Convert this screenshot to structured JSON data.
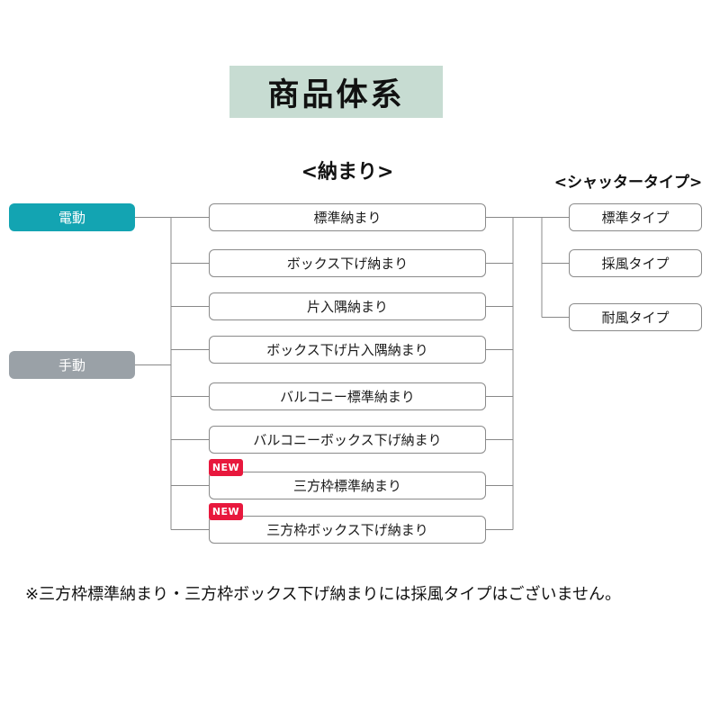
{
  "title": "商品体系",
  "headers": {
    "osamari": "<納まり>",
    "shutter_type": "<シャッタータイプ>"
  },
  "drive_types": [
    {
      "label": "電動",
      "color": "#13a4b2"
    },
    {
      "label": "手動",
      "color": "#9aa1a7"
    }
  ],
  "osamari_items": [
    {
      "label": "標準納まり",
      "is_new": false
    },
    {
      "label": "ボックス下げ納まり",
      "is_new": false
    },
    {
      "label": "片入隅納まり",
      "is_new": false
    },
    {
      "label": "ボックス下げ片入隅納まり",
      "is_new": false
    },
    {
      "label": "バルコニー標準納まり",
      "is_new": false
    },
    {
      "label": "バルコニーボックス下げ納まり",
      "is_new": false
    },
    {
      "label": "三方枠標準納まり",
      "is_new": true
    },
    {
      "label": "三方枠ボックス下げ納まり",
      "is_new": true
    }
  ],
  "new_badge": "NEW",
  "shutter_types": [
    {
      "label": "標準タイプ"
    },
    {
      "label": "採風タイプ"
    },
    {
      "label": "耐風タイプ"
    }
  ],
  "footnote": "※三方枠標準納まり・三方枠ボックス下げ納まりには採風タイプはございません。",
  "colors": {
    "title_bg": "#c7dcd2",
    "electric_bg": "#13a4b2",
    "manual_bg": "#9aa1a7",
    "new_badge_bg": "#e8183d",
    "box_border": "#8a8a8a",
    "connector_line": "#888888"
  }
}
